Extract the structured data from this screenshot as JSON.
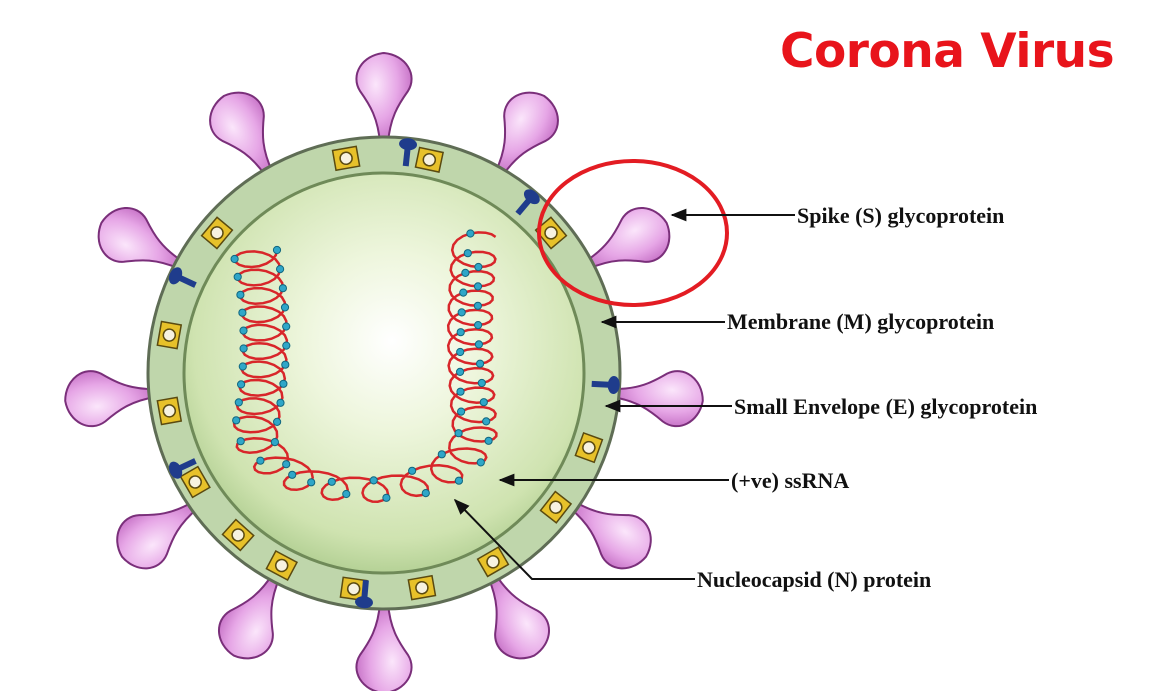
{
  "title": "Corona Virus",
  "colors": {
    "title": "#e8141b",
    "envelope_ring": "#b9d4a5",
    "interior": "#e7f2d2",
    "spike": "#d98fd9",
    "rna_strand": "#d8262a",
    "rna_nodes": "#2fa6c8",
    "membrane_protein": "#e7c12a",
    "envelope_protein": "#1f3c8c",
    "highlight_circle": "#e31c23"
  },
  "labels": {
    "spike": "Spike (S) glycoprotein",
    "membrane": "Membrane (M) glycoprotein",
    "envelope": "Small Envelope (E) glycoprotein",
    "rna": "(+ve) ssRNA",
    "nucleocapsid": "Nucleocapsid (N) protein"
  }
}
